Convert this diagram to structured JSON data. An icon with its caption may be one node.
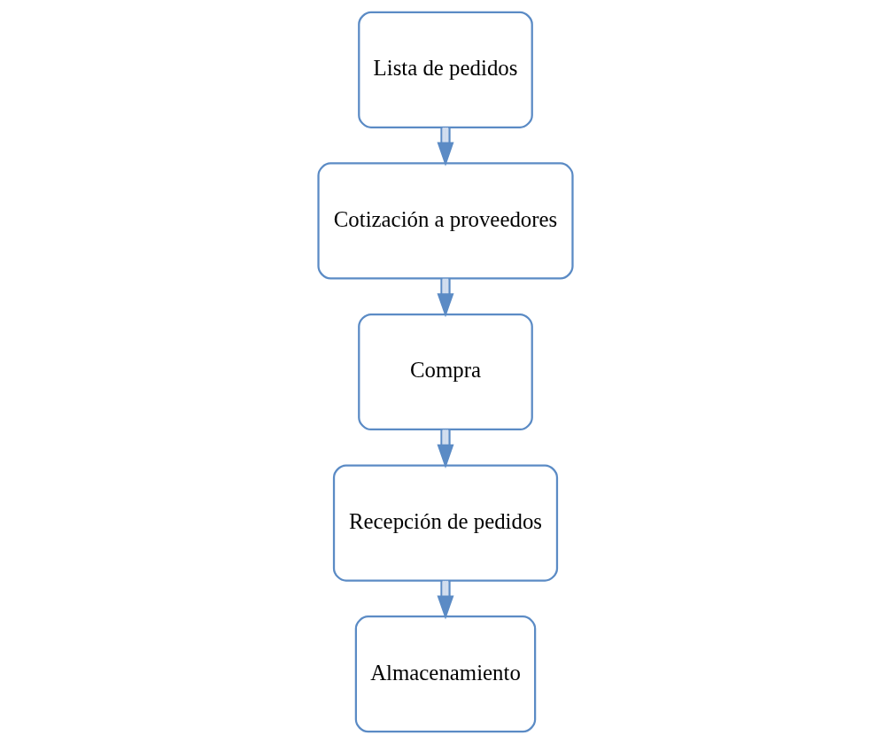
{
  "diagram": {
    "nodes": [
      {
        "text": [
          "Lista de pedidos"
        ]
      },
      {
        "text": [
          "Cotización a proveedores"
        ]
      },
      {
        "text": [
          "Compra"
        ]
      },
      {
        "text": [
          "Recepción de pedidos"
        ]
      },
      {
        "text": [
          "Almacenamiento"
        ]
      }
    ],
    "edges": [
      {
        "from": 0,
        "to": 1,
        "arrow": "to"
      },
      {
        "from": 1,
        "to": 2,
        "arrow": "to"
      },
      {
        "from": 2,
        "to": 3,
        "arrow": "to"
      },
      {
        "from": 3,
        "to": 4,
        "arrow": "to"
      }
    ]
  }
}
